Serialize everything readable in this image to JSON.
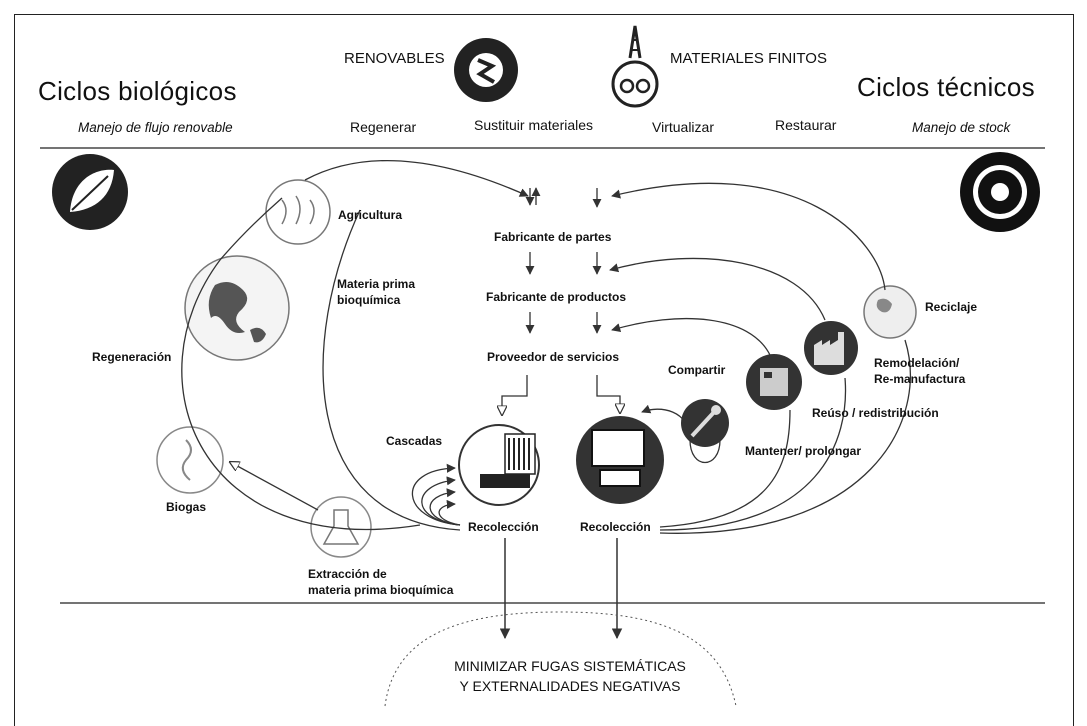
{
  "header": {
    "biological_cycles": "Ciclos biológicos",
    "technical_cycles": "Ciclos técnicos",
    "renewables": "RENOVABLES",
    "finite_materials": "MATERIALES FINITOS",
    "renewable_flow": "Manejo de flujo renovable",
    "stock_management": "Manejo de stock"
  },
  "strategies": [
    "Regenerar",
    "Sustituir materiales",
    "Virtualizar",
    "Restaurar"
  ],
  "chain": [
    "Fabricante de partes",
    "Fabricante de productos",
    "Proveedor de servicios"
  ],
  "biological": {
    "agriculture": "Agricultura",
    "feedstock_line1": "Materia prima",
    "feedstock_line2": "bioquímica",
    "regeneration": "Regeneración",
    "cascades": "Cascadas",
    "biogas": "Biogas",
    "collection": "Recolección",
    "extraction_line1": "Extracción de",
    "extraction_line2": "materia prima bioquímica"
  },
  "technical": {
    "collection": "Recolección",
    "share": "Compartir",
    "maintain": "Mantener/ prolongar",
    "reuse": "Reúso / redistribución",
    "remanufacture_line1": "Remodelación/",
    "remanufacture_line2": "Re-manufactura",
    "recycling": "Reciclaje"
  },
  "bottom": {
    "line1": "MINIMIZAR FUGAS SISTEMÁTICAS",
    "line2": "Y EXTERNALIDADES NEGATIVAS"
  }
}
